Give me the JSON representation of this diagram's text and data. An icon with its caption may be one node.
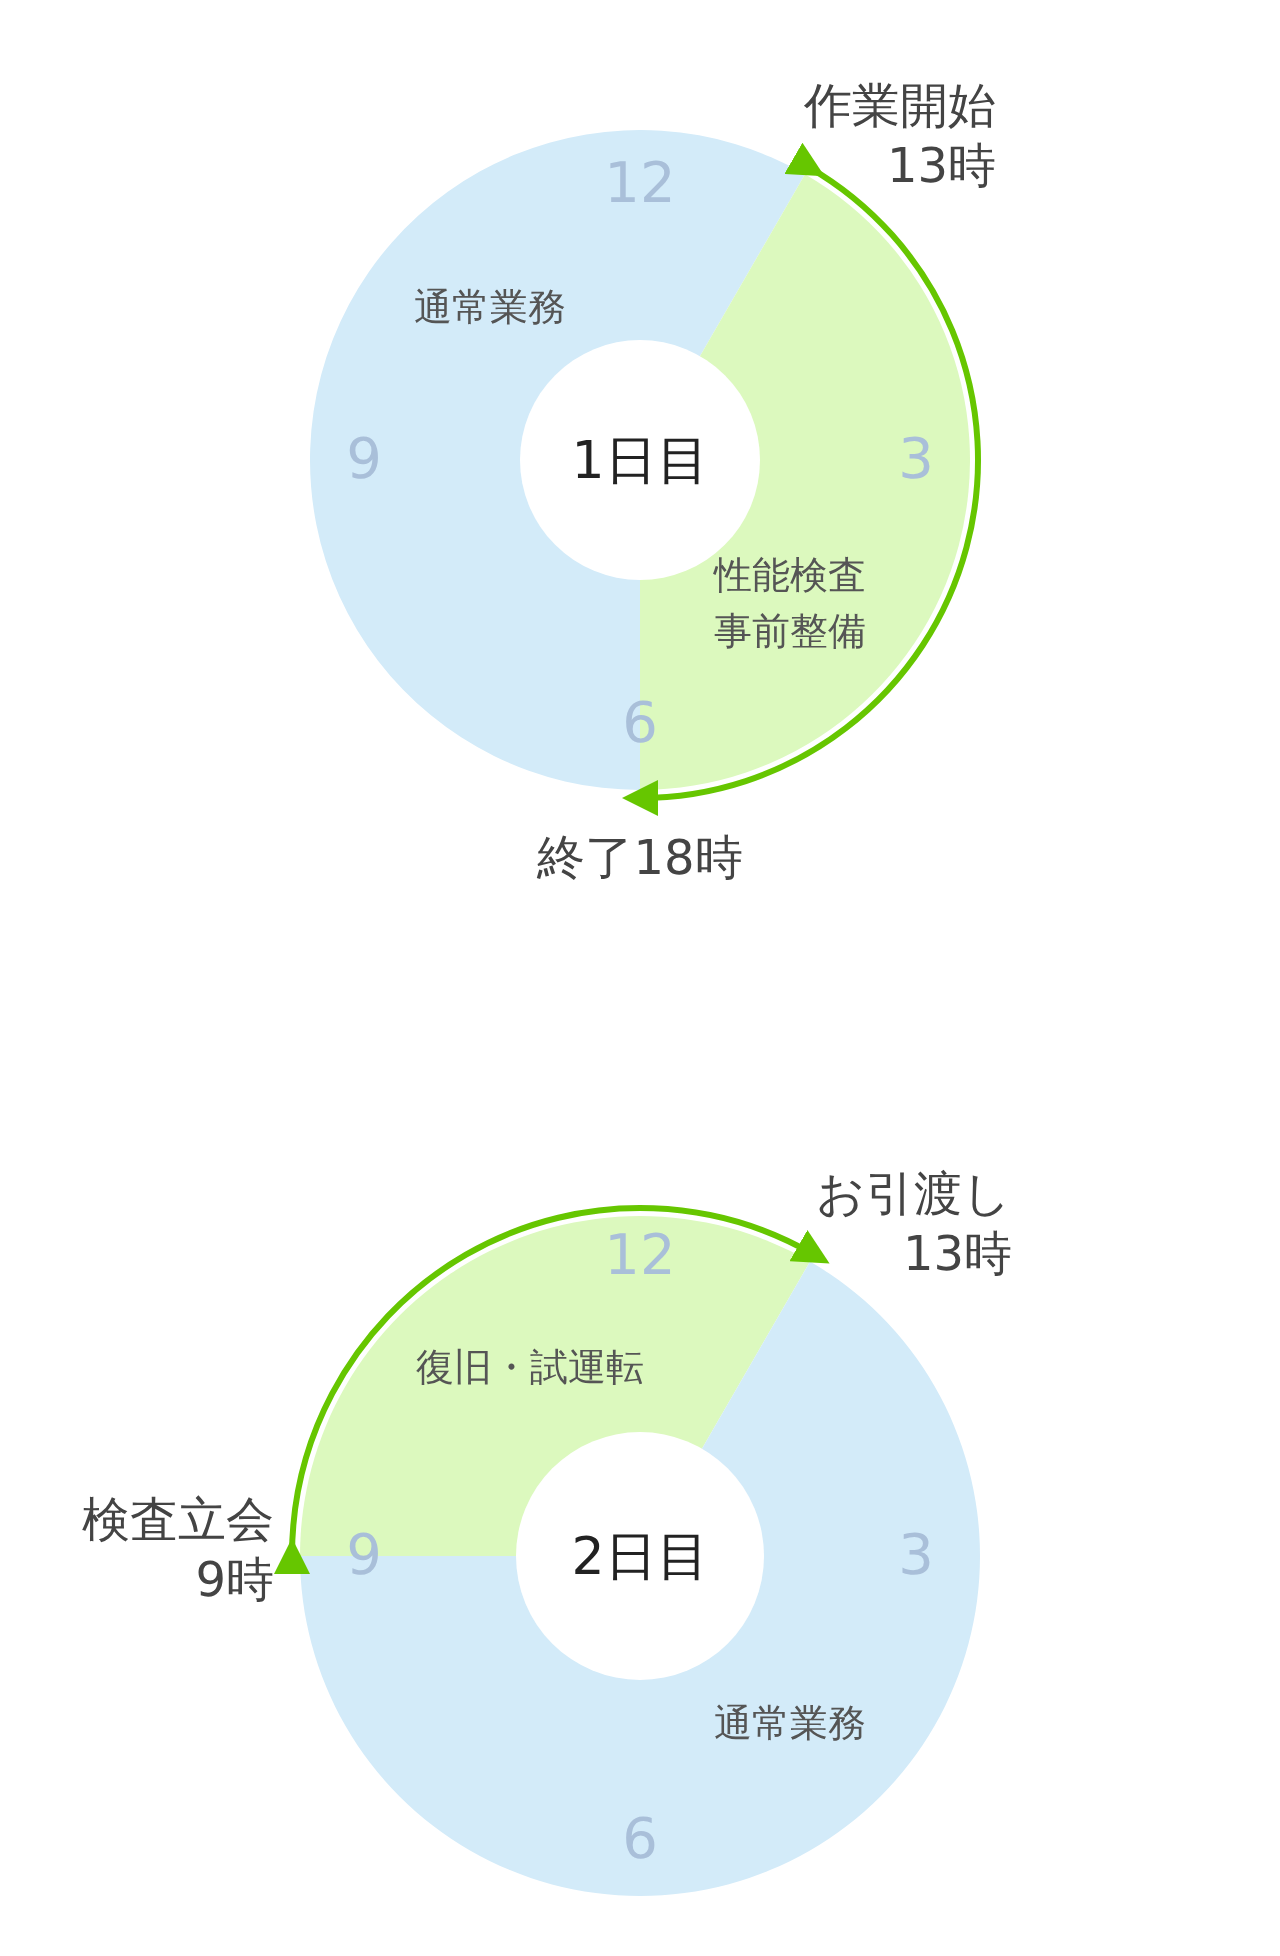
{
  "diagram": {
    "nodes": [
      {
        "text": [
          "通常業務"
        ]
      },
      {
        "text": [
          "性能検査事前整備"
        ]
      },
      {
        "text": [
          "1日目"
        ]
      },
      {
        "text": [
          "作業開始13時"
        ]
      },
      {
        "text": [
          "終了18時"
        ]
      },
      {
        "text": [
          "復旧・試運転"
        ]
      },
      {
        "text": [
          "通常業務"
        ]
      },
      {
        "text": [
          "2日目"
        ]
      },
      {
        "text": [
          "お引渡し13時"
        ]
      },
      {
        "text": [
          "検査立会9時"
        ]
      }
    ],
    "edges": [
      {
        "from": 3,
        "to": 4,
        "arrow": "to"
      },
      {
        "from": 9,
        "to": 8,
        "arrow": "to"
      }
    ],
    "labels": [
      "12",
      "9",
      "3",
      "6",
      "12",
      "9",
      "3",
      "6"
    ]
  }
}
